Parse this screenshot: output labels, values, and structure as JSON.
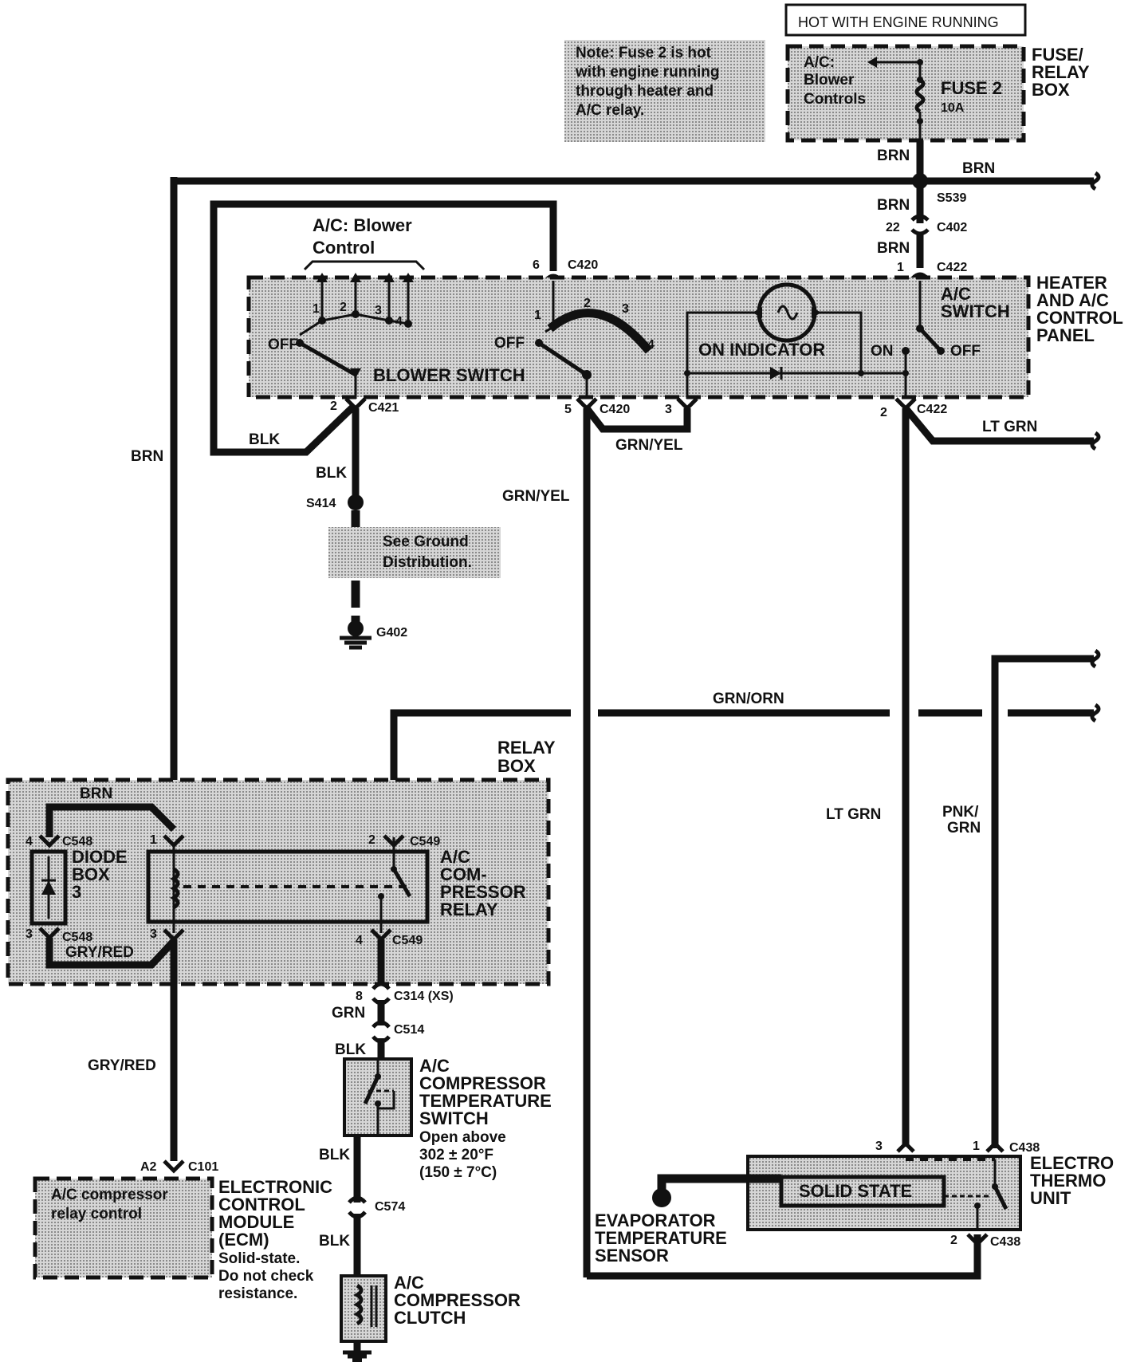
{
  "labels": {
    "hot_engine": "HOT WITH ENGINE RUNNING",
    "fuse_relay_1": "FUSE/",
    "fuse_relay_2": "RELAY",
    "fuse_relay_3": "BOX",
    "fuse_ac_1": "A/C:",
    "fuse_ac_2": "Blower",
    "fuse_ac_3": "Controls",
    "fuse_name": "FUSE 2",
    "fuse_rating": "10A",
    "note_1": "Note: Fuse 2 is hot",
    "note_2": "with engine running",
    "note_3": "through heater and",
    "note_4": "A/C relay.",
    "brn": "BRN",
    "blk": "BLK",
    "grn": "GRN",
    "grn_yel": "GRN/YEL",
    "grn_orn": "GRN/ORN",
    "lt_grn": "LT GRN",
    "pnk_grn_1": "PNK/",
    "pnk_grn_2": "GRN",
    "gry_red": "GRY/RED",
    "s539": "S539",
    "s414": "S414",
    "g402": "G402",
    "c402": "C402",
    "c420": "C420",
    "c421": "C421",
    "c422": "C422",
    "c548": "C548",
    "c549": "C549",
    "c314": "C314 (XS)",
    "c514": "C514",
    "c574": "C574",
    "c101": "C101",
    "c438": "C438",
    "pin_22": "22",
    "pin_1": "1",
    "pin_2": "2",
    "pin_3": "3",
    "pin_4": "4",
    "pin_5": "5",
    "pin_6": "6",
    "pin_8": "8",
    "pin_a2": "A2",
    "blower_ctrl_1": "A/C: Blower",
    "blower_ctrl_2": "Control",
    "heater_1": "HEATER",
    "heater_2": "AND A/C",
    "heater_3": "CONTROL",
    "heater_4": "PANEL",
    "ac_switch_1": "A/C",
    "ac_switch_2": "SWITCH",
    "on_indicator": "ON INDICATOR",
    "blower_switch": "BLOWER SWITCH",
    "off": "OFF",
    "on": "ON",
    "see_ground_1": "See Ground",
    "see_ground_2": "Distribution.",
    "relay_box_1": "RELAY",
    "relay_box_2": "BOX",
    "diode_1": "DIODE",
    "diode_2": "BOX",
    "diode_3": "3",
    "relay_1": "A/C",
    "relay_2": "COM-",
    "relay_3": "PRESSOR",
    "relay_4": "RELAY",
    "temp_sw_1": "A/C",
    "temp_sw_2": "COMPRESSOR",
    "temp_sw_3": "TEMPERATURE",
    "temp_sw_4": "SWITCH",
    "temp_sw_5": "Open above",
    "temp_sw_6": "302 ± 20°F",
    "temp_sw_7": "(150 ± 7°C)",
    "ecm_note_1": "A/C compressor",
    "ecm_note_2": "relay control",
    "ecm_1": "ELECTRONIC",
    "ecm_2": "CONTROL",
    "ecm_3": "MODULE",
    "ecm_4": "(ECM)",
    "ecm_5": "Solid-state.",
    "ecm_6": "Do not check",
    "ecm_7": "resistance.",
    "clutch_1": "A/C",
    "clutch_2": "COMPRESSOR",
    "clutch_3": "CLUTCH",
    "evap_1": "EVAPORATOR",
    "evap_2": "TEMPERATURE",
    "evap_3": "SENSOR",
    "solid_state": "SOLID STATE",
    "electro_1": "ELECTRO",
    "electro_2": "THERMO",
    "electro_3": "UNIT"
  }
}
